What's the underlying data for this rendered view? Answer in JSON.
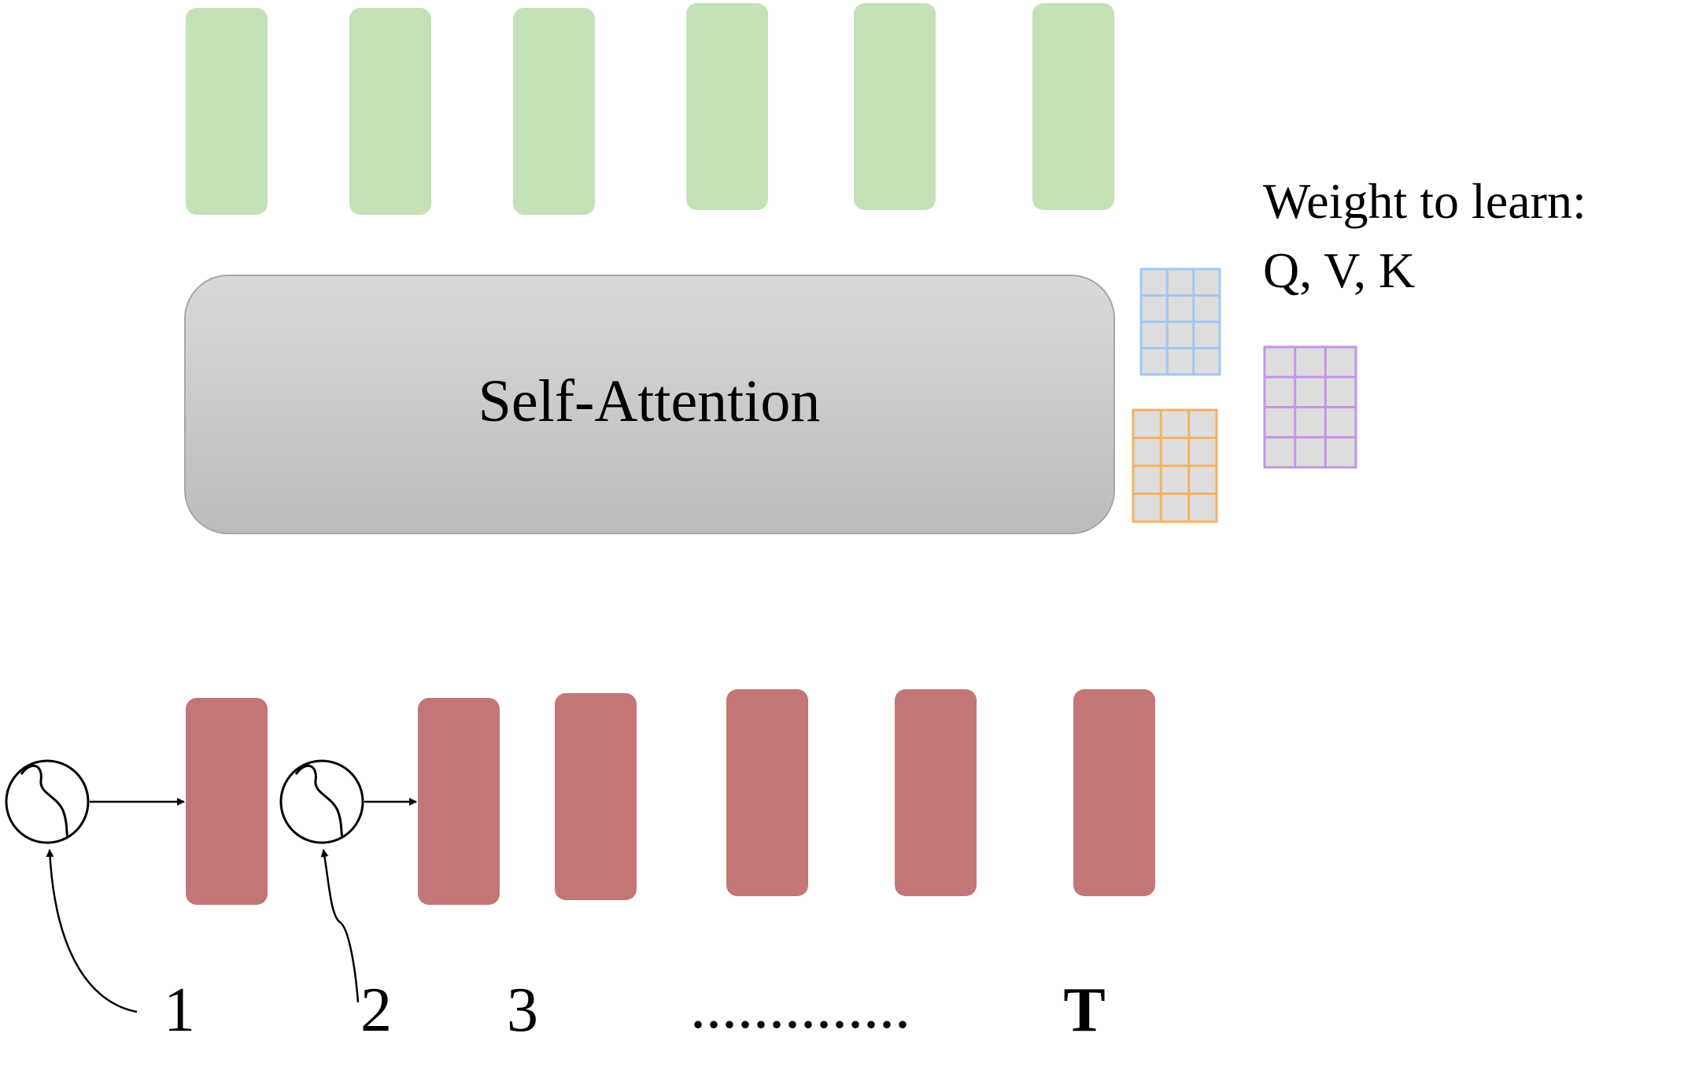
{
  "colors": {
    "output_token": "#c5e1b7",
    "input_token": "#c47575",
    "attention_top": "#d9d9d9",
    "attention_bottom": "#bcbcbc",
    "attention_border": "#a7a7a7",
    "matrix_cell": "#dddddd",
    "matrix_blue": "#9fc8f4",
    "matrix_orange": "#f2b363",
    "matrix_purple": "#c793e8"
  },
  "attention": {
    "label": "Self-Attention"
  },
  "weights": {
    "line1": "Weight to learn:",
    "line2": "Q, V, K"
  },
  "positions": {
    "p1": "1",
    "p2": "2",
    "p3": "3",
    "dots": "..............",
    "pT": "T"
  }
}
